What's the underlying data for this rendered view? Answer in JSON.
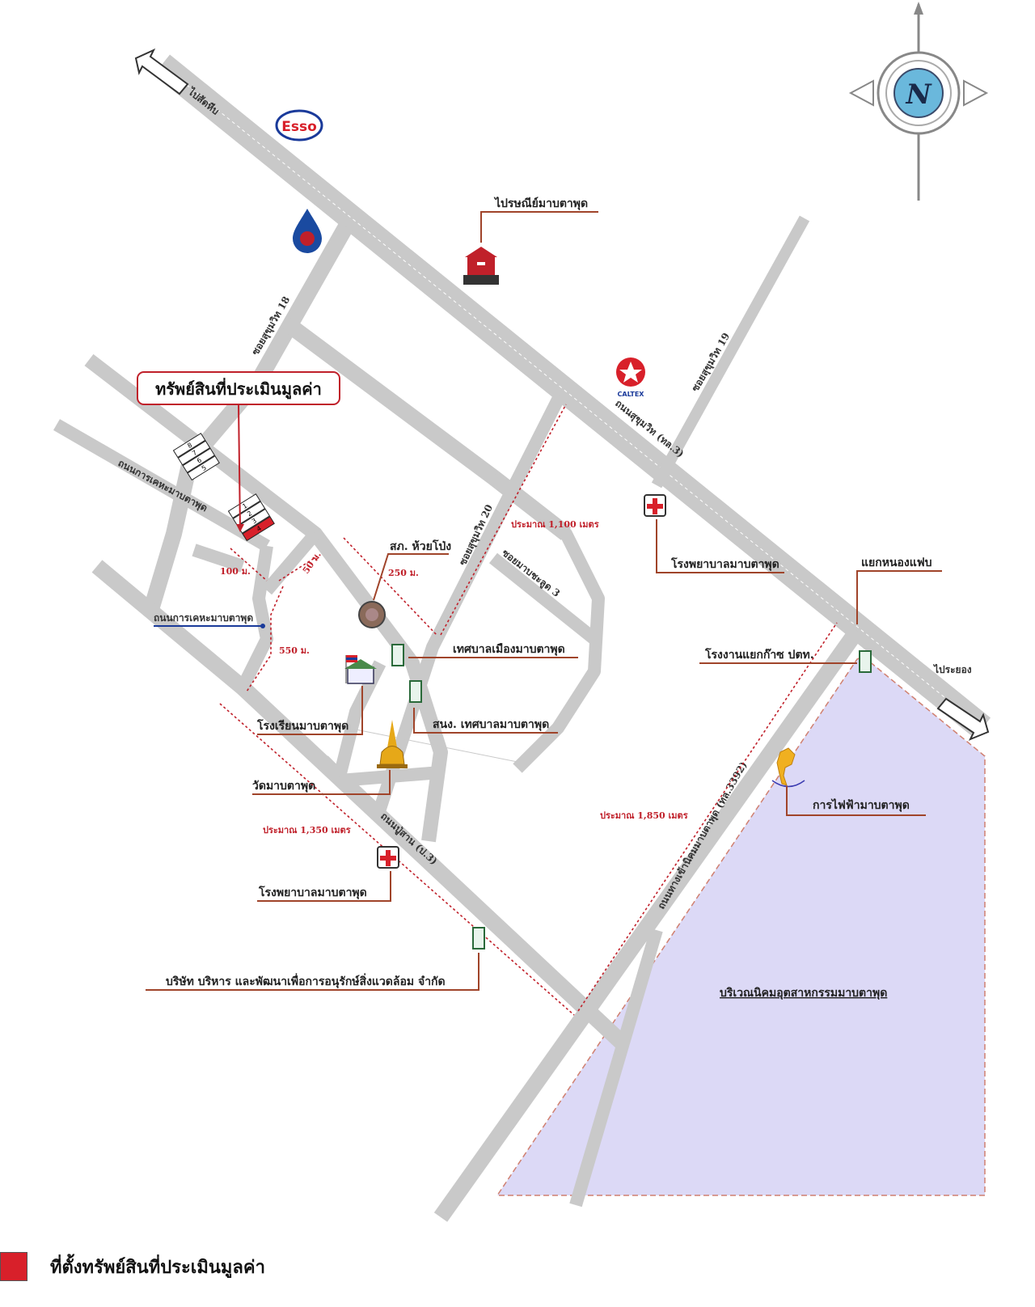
{
  "map": {
    "property_label": "ทรัพย์สินที่ประเมินมูลค่า",
    "roads": {
      "to_sattahip": "ไปสัตหีบ",
      "to_rayong": "ไประยอง",
      "sukhumvit": "ถนนสุขุมวิท (ทล.3)",
      "soi18": "ซอยสุขุมวิท 18",
      "soi19": "ซอยสุขุมวิท 19",
      "soi20": "ซอยสุขุมวิท 20",
      "soi_mabchalud": "ซอยมาบชะลูด 3",
      "kheha_1": "ถนนการเคหะมาบตาพุด",
      "kheha_2": "ถนนการเคหะมาบตาพุด",
      "p3": "ถนนปู่สาน (ป.3)",
      "estate_entry": "ถนนทางเข้านิคมมาบตาพุด (ทล.3392)"
    },
    "places": {
      "esso": "Esso",
      "caltex": "CALTEX",
      "post_office": "ไปรษณีย์มาบตาพุด",
      "police": "สภ. ห้วยโป่ง",
      "hospital_1": "โรงพยาบาลมาบตาพุด",
      "hospital_2": "โรงพยาบาลมาบตาพุด",
      "junction": "แยกหนองแฟบ",
      "municipality": "เทศบาลเมืองมาบตาพุด",
      "gas_plant": "โรงงานแยกก๊าซ ปตท.",
      "school": "โรงเรียนมาบตาพุด",
      "municipal_office": "สนง. เทศบาลมาบตาพุด",
      "temple": "วัดมาบตาพุด",
      "electricity": "การไฟฟ้ามาบตาพุด",
      "company": "บริษัท บริหาร และพัฒนาเพื่อการอนุรักษ์สิ่งแวดล้อม จำกัด",
      "industrial_estate": "บริเวณนิคมอุตสาหกรรมมาบตาพุด"
    },
    "distances": {
      "d100": "100 ม.",
      "d50": "50 ม.",
      "d250": "250 ม.",
      "d550": "550 ม.",
      "d1100": "ประมาณ 1,100 เมตร",
      "d1350": "ประมาณ 1,350 เมตร",
      "d1850": "ประมาณ 1,850 เมตร"
    },
    "units": [
      "1",
      "2",
      "3",
      "4",
      "5",
      "6",
      "7",
      "8"
    ],
    "compass": "N"
  },
  "legend": {
    "label": "ที่ตั้งทรัพย์สินที่ประเมินมูลค่า"
  },
  "colors": {
    "road": "#c9c9c9",
    "property": "#d8202a",
    "estate": "#d9d6f5",
    "leader": "#a0442a",
    "distance": "#c0202a"
  }
}
